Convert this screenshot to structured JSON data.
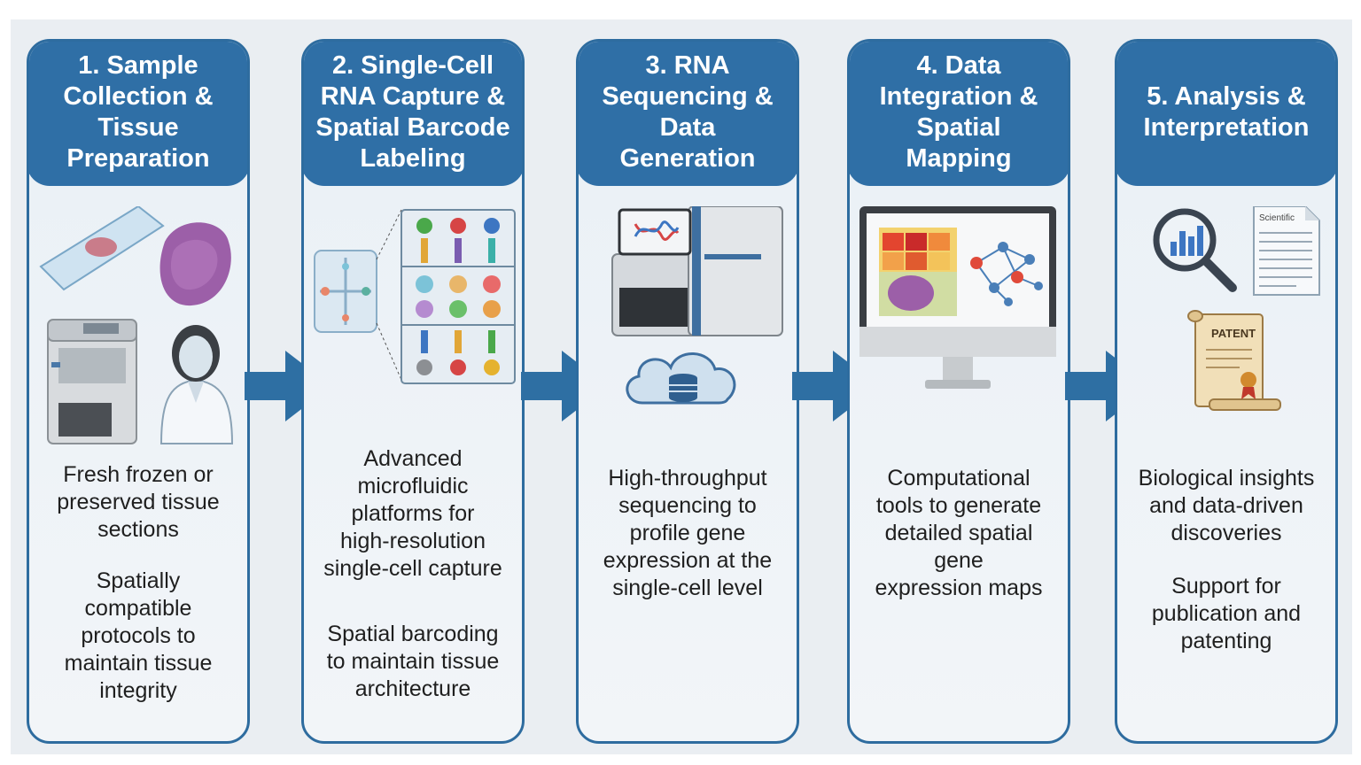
{
  "steps": [
    {
      "title": "1. Sample\nCollection &\nTissue\nPreparation",
      "desc1": "Fresh frozen or\npreserved tissue\nsections",
      "desc2": "Spatially\ncompatible\nprotocols to\nmaintain tissue\nintegrity"
    },
    {
      "title": "2. Single-Cell\nRNA Capture &\nSpatial Barcode\nLabeling",
      "desc1": "Advanced\nmicrofluidic\nplatforms for\nhigh-resolution\nsingle-cell capture",
      "desc2": "Spatial barcoding\nto maintain tissue\narchitecture"
    },
    {
      "title": "3. RNA\nSequencing &\nData\nGeneration",
      "desc1": "High-throughput\nsequencing to\nprofile gene\nexpression at the\nsingle-cell level"
    },
    {
      "title": "4. Data\nIntegration &\nSpatial\nMapping",
      "desc1": "Computational\ntools to generate\ndetailed spatial\ngene\nexpression maps"
    },
    {
      "title": "5. Analysis &\nInterpretation",
      "desc1": "Biological insights\nand data-driven\ndiscoveries",
      "desc2": "Support for\npublication and\npatenting"
    }
  ],
  "labels": {
    "document_label": "Scientific",
    "patent_label": "PATENT"
  },
  "colors": {
    "header": "#2f6fa6",
    "border": "#2e6c9f",
    "arrow": "#2e6fa3"
  }
}
